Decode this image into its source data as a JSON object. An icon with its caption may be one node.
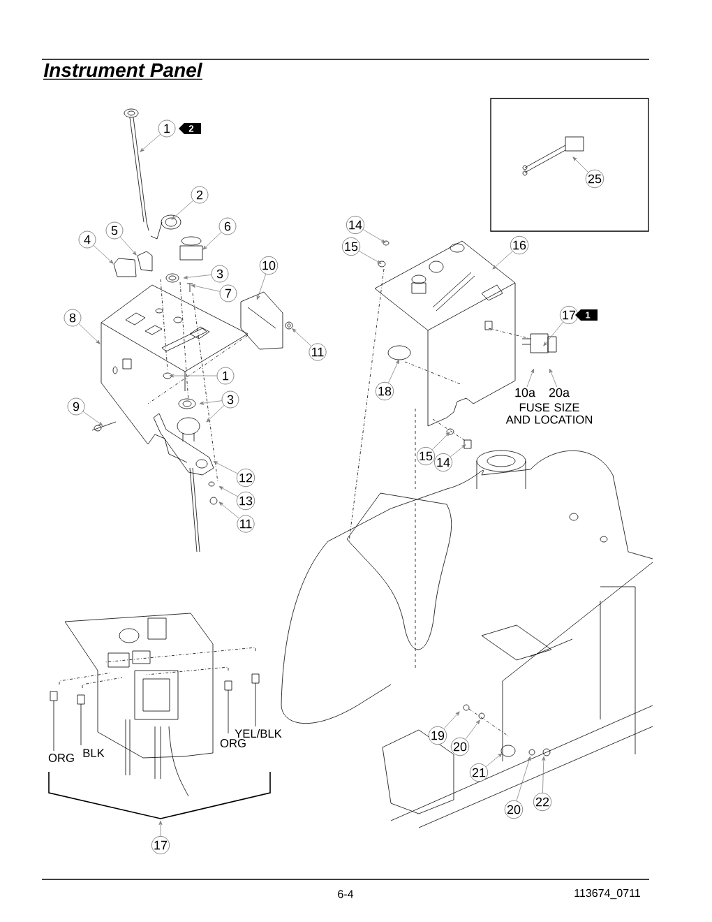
{
  "diagram": {
    "title": "Instrument Panel",
    "nodes": [
      {
        "text": [
          "1"
        ],
        "beside": [
          "2"
        ]
      },
      {
        "text": [
          "2"
        ]
      },
      {
        "text": [
          "25"
        ]
      },
      {
        "text": [
          "6"
        ]
      },
      {
        "text": [
          "14"
        ]
      },
      {
        "text": [
          "5"
        ]
      },
      {
        "text": [
          "4"
        ]
      },
      {
        "text": [
          "15"
        ]
      },
      {
        "text": [
          "16"
        ]
      },
      {
        "text": [
          "10"
        ]
      },
      {
        "text": [
          "3"
        ]
      },
      {
        "text": [
          "7"
        ]
      },
      {
        "text": [
          "17"
        ],
        "beside": [
          "1"
        ]
      },
      {
        "text": [
          "8"
        ]
      },
      {
        "text": [
          "11"
        ]
      },
      {
        "text": [
          "1"
        ]
      },
      {
        "text": [
          "18"
        ]
      },
      {
        "text": [
          "10a"
        ]
      },
      {
        "text": [
          "20a"
        ]
      },
      {
        "text": [
          "3"
        ]
      },
      {
        "text": [
          "9"
        ]
      },
      {
        "text": [
          "15"
        ]
      },
      {
        "text": [
          "14"
        ]
      },
      {
        "text": [
          "12"
        ]
      },
      {
        "text": [
          "13"
        ]
      },
      {
        "text": [
          "11"
        ]
      },
      {
        "text": [
          "19"
        ]
      },
      {
        "text": [
          "20"
        ]
      },
      {
        "text": [
          "21"
        ]
      },
      {
        "text": [
          "20"
        ]
      },
      {
        "text": [
          "22"
        ]
      },
      {
        "text": [
          "17"
        ]
      },
      {
        "text": [],
        "shape": "picture"
      }
    ],
    "edges": [
      {
        "from": 0,
        "to": null,
        "arrow": "to"
      },
      {
        "from": 1,
        "to": null,
        "arrow": "to"
      },
      {
        "from": 2,
        "to": null,
        "arrow": "to"
      },
      {
        "from": 3,
        "to": null,
        "arrow": "to"
      },
      {
        "from": 4,
        "to": null,
        "arrow": "to"
      },
      {
        "from": 5,
        "to": null,
        "arrow": "to"
      },
      {
        "from": 6,
        "to": null,
        "arrow": "to"
      },
      {
        "from": 7,
        "to": null,
        "arrow": "to"
      },
      {
        "from": 8,
        "to": null,
        "arrow": "to"
      },
      {
        "from": 9,
        "to": null,
        "arrow": "to"
      },
      {
        "from": 10,
        "to": null,
        "arrow": "to"
      },
      {
        "from": 11,
        "to": null,
        "arrow": "to"
      },
      {
        "from": 12,
        "to": null,
        "arrow": "to"
      },
      {
        "from": 13,
        "to": null,
        "arrow": "to"
      },
      {
        "from": 14,
        "to": 32,
        "arrow": "to"
      },
      {
        "from": 15,
        "to": null,
        "arrow": "to"
      },
      {
        "from": 16,
        "to": null,
        "arrow": "to"
      },
      {
        "from": 17,
        "to": null,
        "arrow": "to"
      },
      {
        "from": 18,
        "to": null,
        "arrow": "to"
      },
      {
        "from": 19,
        "to": null,
        "arrow": "to"
      },
      {
        "from": 19,
        "to": null,
        "arrow": "to"
      },
      {
        "from": 20,
        "to": null,
        "arrow": "to"
      },
      {
        "from": 21,
        "to": null,
        "arrow": "to"
      },
      {
        "from": 22,
        "to": null,
        "arrow": "to"
      },
      {
        "from": 23,
        "to": null,
        "arrow": "to"
      },
      {
        "from": 24,
        "to": null,
        "arrow": "to"
      },
      {
        "from": 25,
        "to": null,
        "arrow": "to"
      },
      {
        "from": 26,
        "to": null,
        "arrow": "to"
      },
      {
        "from": 27,
        "to": null,
        "arrow": "to"
      },
      {
        "from": 28,
        "to": null,
        "arrow": "to"
      },
      {
        "from": 29,
        "to": null,
        "arrow": "to"
      },
      {
        "from": 30,
        "to": null,
        "arrow": "to"
      },
      {
        "from": 31,
        "to": null,
        "arrow": "to"
      }
    ],
    "labels": [
      "FUSE SIZE AND LOCATION",
      "YEL/BLK",
      "ORG",
      "BLK",
      "ORG",
      "6-4",
      "113674_0711"
    ]
  }
}
